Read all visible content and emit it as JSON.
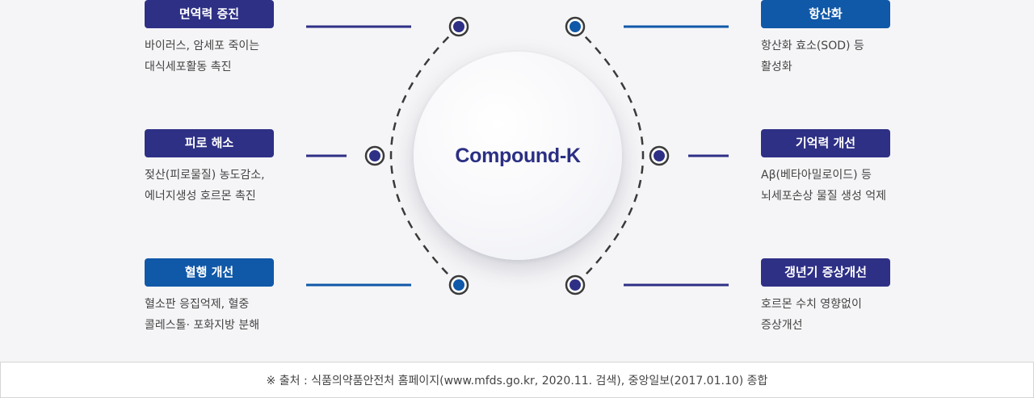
{
  "center_label": "Compound-K",
  "colors": {
    "navy": "#2e3086",
    "blue": "#1058a8",
    "dash": "#3a3a3a"
  },
  "left_items": [
    {
      "title": "면역력 증진",
      "lines": [
        "바이러스, 암세포 죽이는",
        "대식세포활동 촉진"
      ],
      "color": "navy"
    },
    {
      "title": "피로 해소",
      "lines": [
        "젖산(피로물질) 농도감소,",
        "에너지생성 호르몬 촉진"
      ],
      "color": "navy"
    },
    {
      "title": "혈행 개선",
      "lines": [
        "혈소판 응집억제, 혈중",
        "콜레스톨· 포화지방 분해"
      ],
      "color": "blue"
    }
  ],
  "right_items": [
    {
      "title": "항산화",
      "lines": [
        "항산화 효소(SOD) 등",
        "활성화"
      ],
      "color": "blue"
    },
    {
      "title": "기억력 개선",
      "lines": [
        "Aβ(베타아밀로이드) 등",
        "뇌세포손상 물질 생성 억제"
      ],
      "color": "navy"
    },
    {
      "title": "갱년기 증상개선",
      "lines": [
        "호르몬 수치 영향없이",
        "증상개선"
      ],
      "color": "navy"
    }
  ],
  "footer_note": "※ 출처 : 식품의약품안전처 홈페이지(www.mfds.go.kr, 2020.11. 검색), 중앙일보(2017.01.10) 종합"
}
